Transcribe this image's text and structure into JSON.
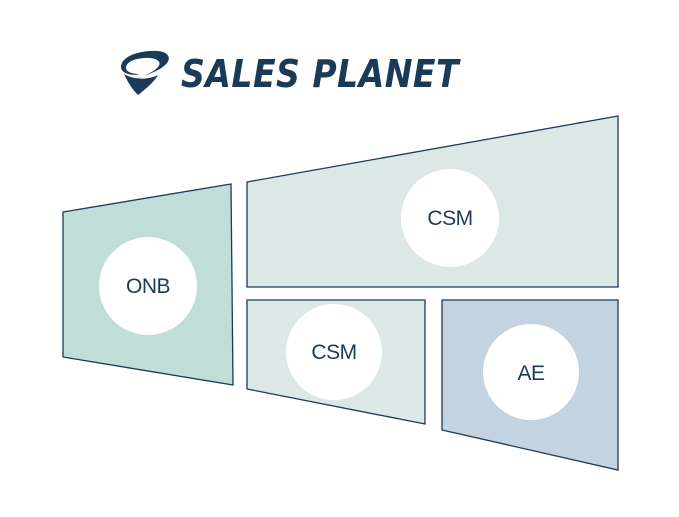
{
  "brand": {
    "name": "SALES PLANET",
    "logo_icon": "planet-swoosh-icon",
    "color": "#1b3a57"
  },
  "panels": [
    {
      "id": "onb",
      "label": "ONB",
      "fill": "#c0ddd8"
    },
    {
      "id": "csm-top",
      "label": "CSM",
      "fill": "#dce8e6"
    },
    {
      "id": "csm-bottom",
      "label": "CSM",
      "fill": "#dce8e6"
    },
    {
      "id": "ae",
      "label": "AE",
      "fill": "#c3d4e0"
    }
  ],
  "colors": {
    "outline": "#1b3a57",
    "circle": "#ffffff",
    "text": "#1b3a57"
  }
}
